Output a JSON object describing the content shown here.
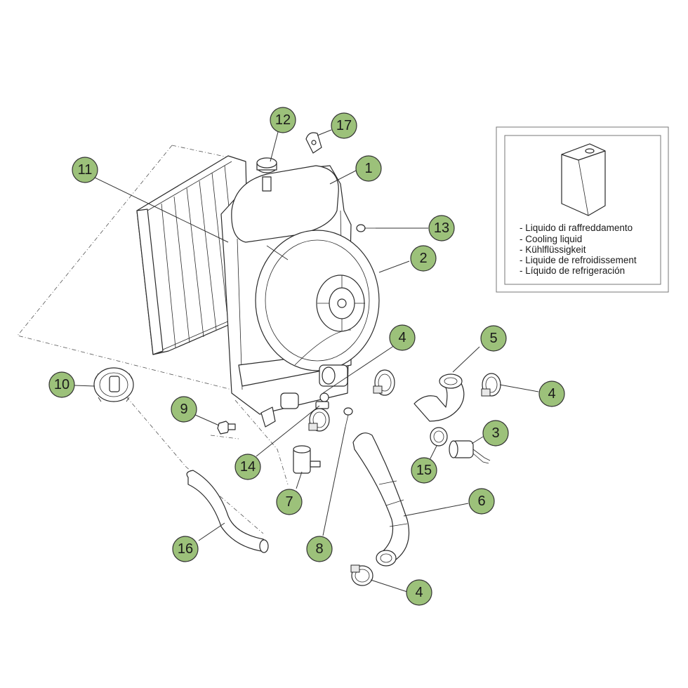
{
  "callouts": [
    {
      "number": "1"
    },
    {
      "number": "2"
    },
    {
      "number": "3"
    },
    {
      "number": "4"
    },
    {
      "number": "4"
    },
    {
      "number": "4"
    },
    {
      "number": "5"
    },
    {
      "number": "6"
    },
    {
      "number": "7"
    },
    {
      "number": "8"
    },
    {
      "number": "9"
    },
    {
      "number": "10"
    },
    {
      "number": "11"
    },
    {
      "number": "12"
    },
    {
      "number": "13"
    },
    {
      "number": "14"
    },
    {
      "number": "15"
    },
    {
      "number": "16"
    },
    {
      "number": "17"
    }
  ],
  "legend": {
    "lines": [
      "- Liquido di raffreddamento",
      "- Cooling liquid",
      "- Kühlflüssigkeit",
      "- Liquide de refroidissement",
      "- Líquido de refrigeración"
    ]
  },
  "colors": {
    "callout_fill": "#9cc17a",
    "line": "#2a2a2a"
  }
}
